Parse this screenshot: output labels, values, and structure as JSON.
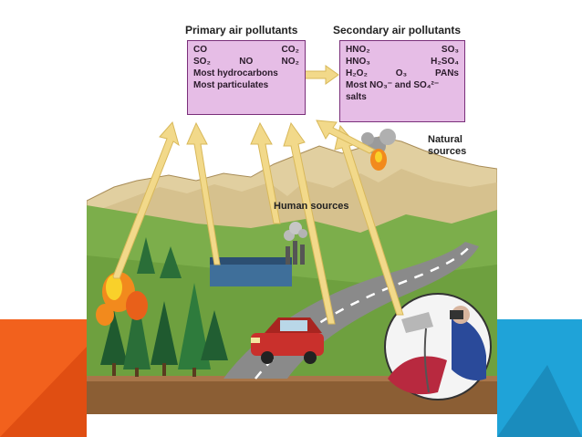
{
  "primary": {
    "title": "Primary air pollutants",
    "lines": [
      [
        "CO",
        "",
        "CO₂"
      ],
      [
        "SO₂",
        "NO",
        "NO₂"
      ],
      [
        "Most hydrocarbons"
      ],
      [
        "Most particulates"
      ]
    ]
  },
  "secondary": {
    "title": "Secondary air pollutants",
    "lines": [
      [
        "HNO₂",
        "",
        "SO₃"
      ],
      [
        "HNO₃",
        "",
        "H₂SO₄"
      ],
      [
        "H₂O₂",
        "O₃",
        "PANs"
      ],
      [
        "Most NO₃⁻ and SO₄²⁻"
      ],
      [
        "salts"
      ]
    ]
  },
  "labels": {
    "natural_sources": [
      "Natural",
      "sources"
    ],
    "human_sources": "Human sources"
  },
  "colors": {
    "box_fill": "#e6bde6",
    "box_border": "#7a2f7a",
    "arrow": "#f2d98a",
    "corner_orange": "#f2611d",
    "corner_blue": "#1fa3d8",
    "car": "#c9302c"
  }
}
